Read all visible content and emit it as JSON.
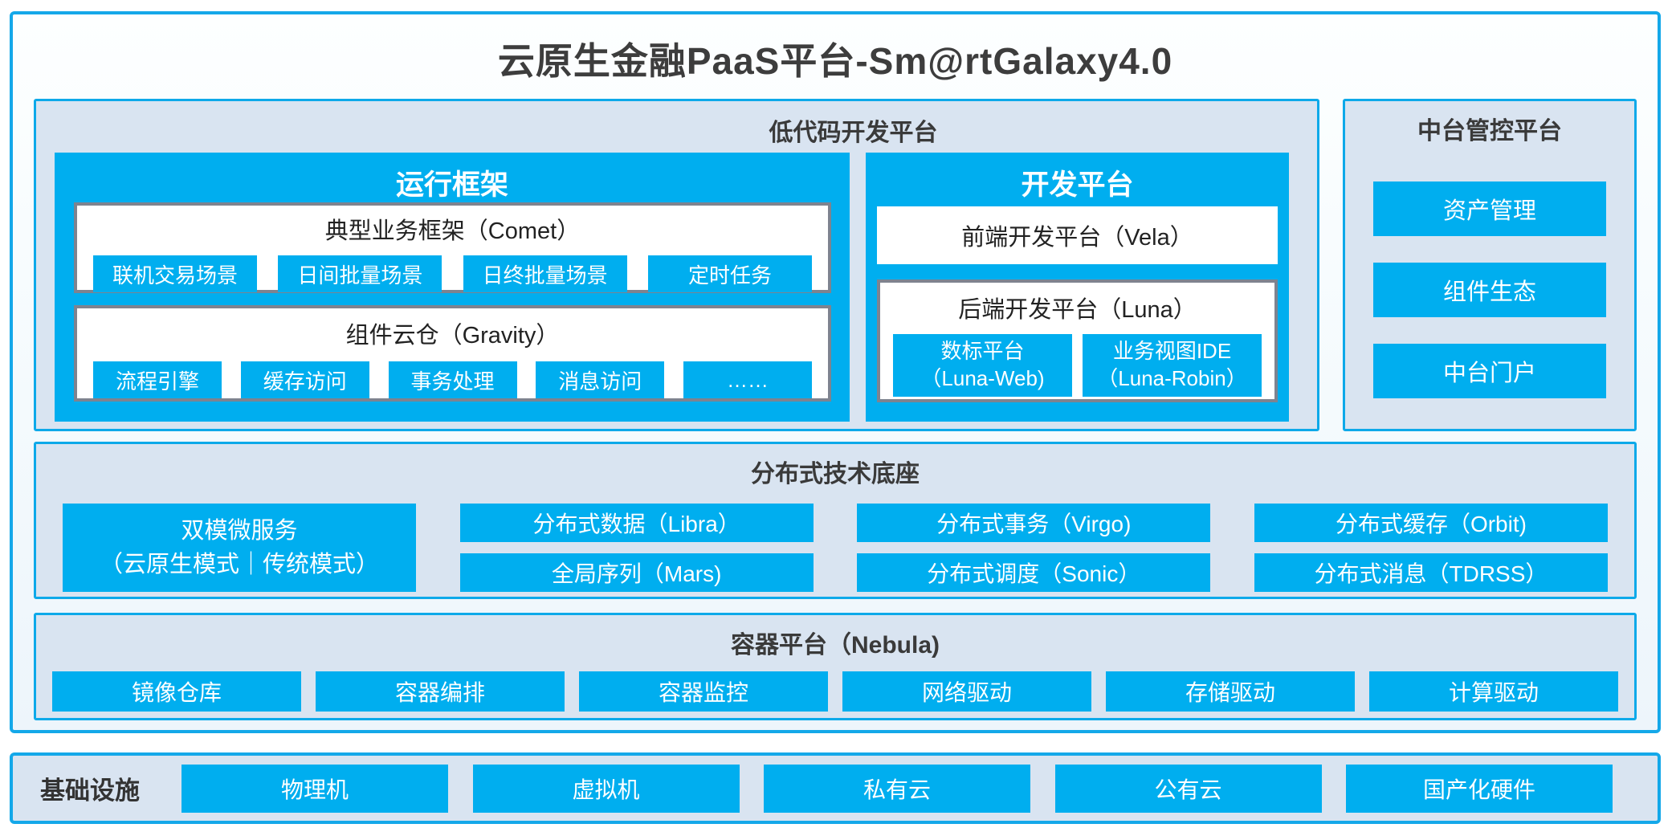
{
  "page_title": "云原生金融PaaS平台-Sm@rtGalaxy4.0",
  "colors": {
    "primary_blue": "#00AEEF",
    "frame_border_blue": "#14A8E9",
    "section_background": "#D9E4F1",
    "inner_gray_border": "#7E838F",
    "dark_text": "#3A3A3A",
    "button_text": "#FFFFFF"
  },
  "low_code": {
    "title": "低代码开发平台",
    "runtime": {
      "title": "运行框架",
      "comet": {
        "title": "典型业务框架（Comet）",
        "items": [
          "联机交易场景",
          "日间批量场景",
          "日终批量场景",
          "定时任务"
        ]
      },
      "gravity": {
        "title": "组件云仓（Gravity）",
        "items": [
          "流程引擎",
          "缓存访问",
          "事务处理",
          "消息访问",
          "……"
        ]
      }
    },
    "dev": {
      "title": "开发平台",
      "vela_title": "前端开发平台（Vela）",
      "luna": {
        "title": "后端开发平台（Luna）",
        "items": [
          {
            "line1": "数标平台",
            "line2": "（Luna-Web)"
          },
          {
            "line1": "业务视图IDE",
            "line2": "（Luna-Robin）"
          }
        ]
      }
    }
  },
  "mid_platform": {
    "title": "中台管控平台",
    "items": [
      "资产管理",
      "组件生态",
      "中台门户"
    ]
  },
  "distributed": {
    "title": "分布式技术底座",
    "dual_mode": {
      "line1": "双模微服务",
      "line2": "（云原生模式｜传统模式）"
    },
    "columns": [
      [
        "分布式数据（Libra）",
        "全局序列（Mars)"
      ],
      [
        "分布式事务（Virgo)",
        "分布式调度（Sonic）"
      ],
      [
        "分布式缓存（Orbit)",
        "分布式消息（TDRSS）"
      ]
    ]
  },
  "container_platform": {
    "title": "容器平台（Nebula)",
    "items": [
      "镜像仓库",
      "容器编排",
      "容器监控",
      "网络驱动",
      "存储驱动",
      "计算驱动"
    ]
  },
  "infrastructure": {
    "title": "基础设施",
    "items": [
      "物理机",
      "虚拟机",
      "私有云",
      "公有云",
      "国产化硬件"
    ]
  }
}
